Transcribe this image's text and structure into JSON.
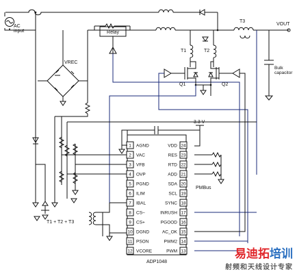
{
  "labels": {
    "ac_input_line1": "AC",
    "ac_input_line2": "input",
    "vrec": "VREC",
    "relay": "Relay",
    "t1": "T1",
    "t2": "T2",
    "t3": "T3",
    "q1": "Q1",
    "q2": "Q2",
    "vout": "VOUT",
    "bulk_line1": "Bulk",
    "bulk_line2": "capacitor",
    "v33": "3.3 V",
    "pmbus": "PMBus",
    "transformers": "T1 + T2 + T3",
    "ic_name": "ADP1048"
  },
  "ic": {
    "left_pins": [
      {
        "num": "1",
        "name": "AGND"
      },
      {
        "num": "2",
        "name": "VAC"
      },
      {
        "num": "3",
        "name": "VFB"
      },
      {
        "num": "4",
        "name": "OVP"
      },
      {
        "num": "5",
        "name": "PGND"
      },
      {
        "num": "6",
        "name": "ILIM"
      },
      {
        "num": "7",
        "name": "IBAL"
      },
      {
        "num": "8",
        "name": "CS–"
      },
      {
        "num": "9",
        "name": "CS+"
      },
      {
        "num": "10",
        "name": "DGND"
      },
      {
        "num": "11",
        "name": "PSON"
      },
      {
        "num": "12",
        "name": "VCORE"
      }
    ],
    "right_pins": [
      {
        "num": "24",
        "name": "VDD"
      },
      {
        "num": "23",
        "name": "RES"
      },
      {
        "num": "22",
        "name": "RTD"
      },
      {
        "num": "21",
        "name": "ADD"
      },
      {
        "num": "20",
        "name": "SDA"
      },
      {
        "num": "19",
        "name": "SCL"
      },
      {
        "num": "18",
        "name": "SYNC"
      },
      {
        "num": "17",
        "name": "INRUSH"
      },
      {
        "num": "16",
        "name": "PGOOD"
      },
      {
        "num": "15",
        "name": "AC_OK"
      },
      {
        "num": "14",
        "name": "PWM2"
      },
      {
        "num": "13",
        "name": "PWM"
      }
    ]
  },
  "watermark": {
    "main_a": "易迪拓",
    "main_b": "培训",
    "sub": "射频和天线设计专家"
  },
  "colors": {
    "wire": "#111111",
    "wire_blue": "#1a2a78",
    "watermark_red": "#e0262a",
    "watermark_blue": "#2a6fc0",
    "watermark_gray": "#5a5a5a"
  }
}
